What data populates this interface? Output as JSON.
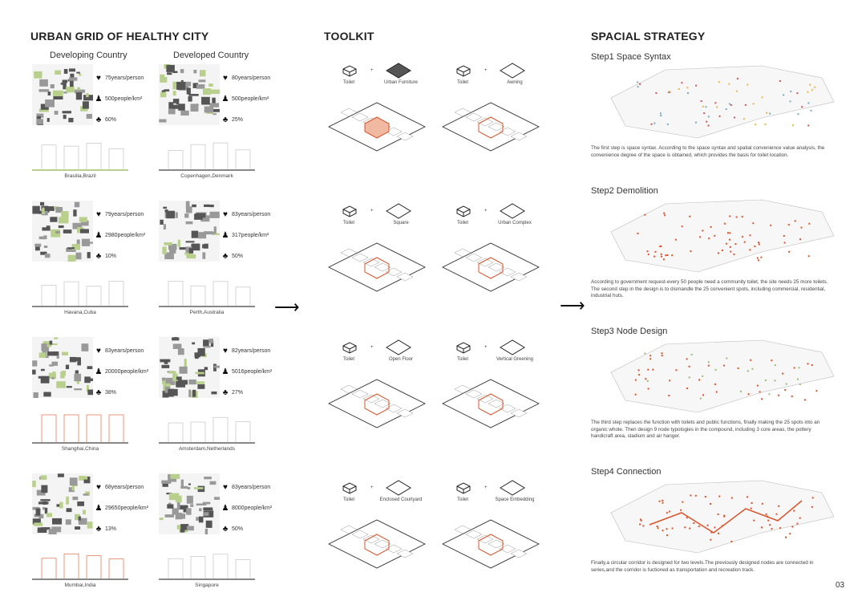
{
  "titles": {
    "left": "URBAN GRID OF HEALTHY CITY",
    "mid": "TOOLKIT",
    "right": "SPACIAL STRATEGY"
  },
  "columns": {
    "developing": "Developing Country",
    "developed": "Developed Country"
  },
  "cities": [
    {
      "name": "Brasilia,Brazil",
      "life": "75years/person",
      "density": "500people/km²",
      "green": "60%"
    },
    {
      "name": "Copenhagen,Denmark",
      "life": "80years/person",
      "density": "500people/km²",
      "green": "25%"
    },
    {
      "name": "Havana,Cuba",
      "life": "79years/person",
      "density": "2980people/km²",
      "green": "10%"
    },
    {
      "name": "Perth,Australia",
      "life": "83years/person",
      "density": "317people/km²",
      "green": "50%"
    },
    {
      "name": "Shanghai,China",
      "life": "83years/person",
      "density": "20000people/km²",
      "green": "38%"
    },
    {
      "name": "Amsterdam,Netherlands",
      "life": "82years/person",
      "density": "5016people/km²",
      "green": "27%"
    },
    {
      "name": "Mumbai,India",
      "life": "68years/person",
      "density": "29650people/km²",
      "green": "13%"
    },
    {
      "name": "Singapore",
      "life": "83years/person",
      "density": "8000people/km²",
      "green": "50%"
    }
  ],
  "toolkit": [
    {
      "a": "Toilet",
      "b": "Urban Furniture"
    },
    {
      "a": "Toilet",
      "b": "Awning"
    },
    {
      "a": "Toilet",
      "b": "Square"
    },
    {
      "a": "Toilet",
      "b": "Urban Complex"
    },
    {
      "a": "Toilet",
      "b": "Open Floor"
    },
    {
      "a": "Toilet",
      "b": "Vertical Greening"
    },
    {
      "a": "Toilet",
      "b": "Enclosed Courtyard"
    },
    {
      "a": "Toilet",
      "b": "Space Embedding"
    }
  ],
  "plus": "+",
  "steps": [
    {
      "title": "Step1 Space Syntax",
      "text": "The first step is space syntax. According to the space syntax and spatial convenience value analysis, the convenience degree of the space is obtained, which provides the basis for toilet location."
    },
    {
      "title": "Step2 Demolition",
      "text": "According to government request-every 50 people need a community toilet, the site needs 25 more toilets. The second step in the design is to dismandle the 25 convenient spots, including commercial, residential, industrial huts."
    },
    {
      "title": "Step3 Node Design",
      "text": "The third step replaces the function with toilets and public functions, finally making the 25 spots into an organic whole. Then design 9 node typologies in the compound, including 3 core areas, the pottery handicraft area, stadium and air hanger."
    },
    {
      "title": "Step4 Connection",
      "text": "Finally,a circular corridor is designed for two levels.The previously designed nodes are connected in series,and the corridor is fuctioned as transportation and recreation track."
    }
  ],
  "arrow": "⟶",
  "page_number": "03",
  "colors": {
    "accent": "#d9542a",
    "green": "#b9cf8c"
  }
}
